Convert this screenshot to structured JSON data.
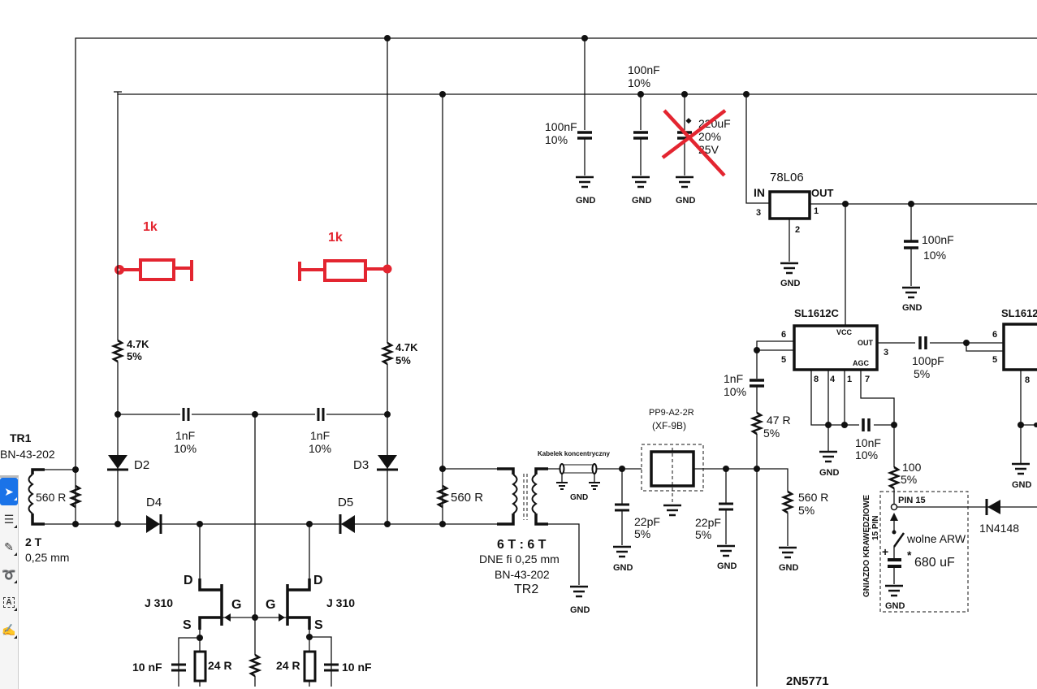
{
  "tools": [
    {
      "name": "select",
      "icon": "cursor-arrow-icon",
      "glyph": "➤",
      "active": true
    },
    {
      "name": "comment",
      "icon": "comment-bubble-icon",
      "glyph": "☰",
      "active": false
    },
    {
      "name": "highlight",
      "icon": "pencil-icon",
      "glyph": "✎",
      "active": false
    },
    {
      "name": "freehand",
      "icon": "lasso-icon",
      "glyph": "➰",
      "active": false
    },
    {
      "name": "text-box",
      "icon": "text-box-icon",
      "glyph": "A",
      "active": false
    },
    {
      "name": "sign",
      "icon": "signature-pen-icon",
      "glyph": "✍",
      "active": false
    }
  ],
  "annotations": {
    "left_resistor": "1k",
    "right_resistor": "1k",
    "color": "#e32530"
  },
  "labels": {
    "tr1": "TR1",
    "tr1_core": "BN-43-202",
    "tr1_res": "560 R",
    "tr1_turns": "2 T",
    "tr1_wire": "0,25 mm",
    "r_left": "4.7K",
    "r_left_tol": "5%",
    "r_right": "4.7K",
    "r_right_tol": "5%",
    "c1": "1nF",
    "c1_tol": "10%",
    "c2": "1nF",
    "c2_tol": "10%",
    "d2": "D2",
    "d3": "D3",
    "d4": "D4",
    "d5": "D5",
    "jfet_left": "J 310",
    "jfet_right": "J 310",
    "d_left": "D",
    "d_right": "D",
    "g_left": "G",
    "g_right": "G",
    "s_left": "S",
    "s_right": "S",
    "c10n_left": "10 nF",
    "c10n_right": "10 nF",
    "r24_left": "24 R",
    "r24_right": "24 R",
    "tr2_res": "560 R",
    "coax": "Kabelek koncentryczny",
    "tr2_turns": "6 T : 6 T",
    "tr2_wire": "DNE fi 0,25 mm",
    "tr2_core": "BN-43-202",
    "tr2": "TR2",
    "filter": "PP9-A2-2R",
    "filter_alt": "(XF-9B)",
    "c22p_left": "22pF",
    "c22p_left_tol": "5%",
    "c22p_right": "22pF",
    "c22p_right_tol": "5%",
    "c100n_a": "100nF",
    "c100n_a_tol": "10%",
    "c100n_b": "100nF",
    "c100n_b_tol": "10%",
    "c220u": "220uF",
    "c220u_tol": "20%",
    "c220u_v": "25V",
    "reg": "78L06",
    "reg_in": "IN",
    "reg_out": "OUT",
    "reg_pin3": "3",
    "reg_pin1": "1",
    "reg_pin2": "2",
    "c100n_c": "100nF",
    "c100n_c_tol": "10%",
    "ic1": "SL1612C",
    "ic1_vcc": "VCC",
    "ic1_out": "OUT",
    "ic1_agc": "AGC",
    "ic1_p6": "6",
    "ic1_p5": "5",
    "ic1_p3": "3",
    "ic1_p8": "8",
    "ic1_p4": "4",
    "ic1_p1": "1",
    "ic1_p7": "7",
    "c100p": "100pF",
    "c100p_tol": "5%",
    "ic2": "SL1612",
    "ic2_p6": "6",
    "ic2_p5": "5",
    "ic2_p8": "8",
    "c1n_b": "1nF",
    "c1n_b_tol": "10%",
    "r47": "47 R",
    "r47_tol": "5%",
    "c10n": "10nF",
    "c10n_tol": "10%",
    "r100": "100",
    "r100_tol": "5%",
    "r560_out": "560 R",
    "r560_out_tol": "5%",
    "connector": "GNIAZDO  KRAWĘDZIOWE",
    "connector_pins": "15 PIN",
    "pin15": "PIN 15",
    "switch": "wolne ARW",
    "c680_star": "*",
    "c680": "680 uF",
    "plus": "+",
    "diode_1n": "1N4148",
    "transistor": "2N5771",
    "gnd": "GND"
  }
}
